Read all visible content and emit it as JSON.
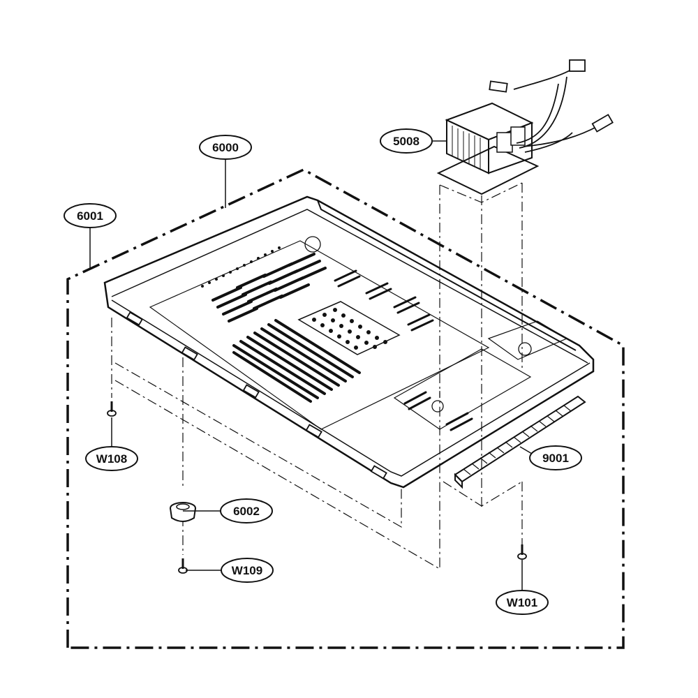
{
  "callouts": [
    {
      "id": "part-6000",
      "label": "6000"
    },
    {
      "id": "part-6001",
      "label": "6001"
    },
    {
      "id": "part-5008",
      "label": "5008"
    },
    {
      "id": "part-9001",
      "label": "9001"
    },
    {
      "id": "part-6002",
      "label": "6002"
    },
    {
      "id": "part-w108",
      "label": "W108"
    },
    {
      "id": "part-w109",
      "label": "W109"
    },
    {
      "id": "part-w101",
      "label": "W101"
    }
  ]
}
